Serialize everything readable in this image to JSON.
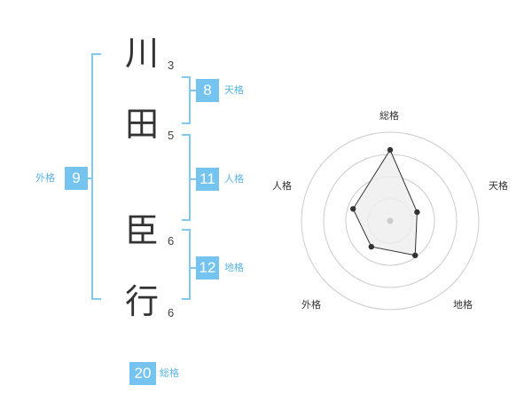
{
  "name": {
    "chars": [
      "川",
      "田",
      "臣",
      "行"
    ],
    "strokes": [
      "3",
      "5",
      "6",
      "6"
    ]
  },
  "fortune": {
    "tenkaku": {
      "value": "8",
      "label": "天格"
    },
    "jinkaku": {
      "value": "11",
      "label": "人格"
    },
    "chikaku": {
      "value": "12",
      "label": "地格"
    },
    "gaikaku": {
      "value": "9",
      "label": "外格"
    },
    "soukaku": {
      "value": "20",
      "label": "総格"
    }
  },
  "chart_data": {
    "type": "radar",
    "axes": [
      "総格",
      "天格",
      "地格",
      "外格",
      "人格"
    ],
    "values": [
      20,
      8,
      12,
      9,
      11
    ],
    "ring_count": 4,
    "colors": {
      "fill": "#eeeeee",
      "line": "#333333",
      "ring": "#cccccc",
      "center": "#cccccc"
    }
  }
}
